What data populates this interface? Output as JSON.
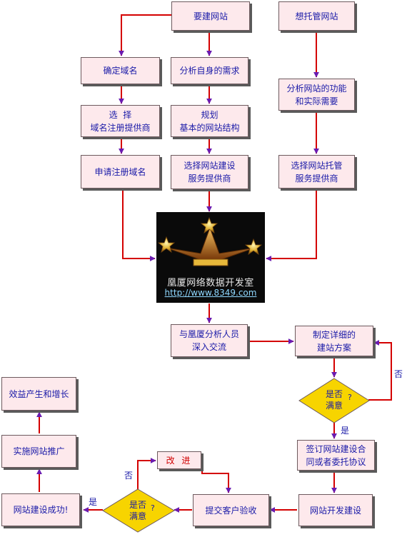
{
  "nodes": {
    "build_site": "要建网站",
    "host_site": "想托管网站",
    "confirm_domain": "确定域名",
    "analyze_needs": "分析自身的需求",
    "analyze_hosting": [
      "分析网站的功能",
      "和实际需要"
    ],
    "choose_registrar": [
      "选  择",
      "域名注册提供商"
    ],
    "plan_structure": [
      "规划",
      "基本的网站结构"
    ],
    "apply_domain": "申请注册域名",
    "choose_builder": [
      "选择网站建设",
      "服务提供商"
    ],
    "choose_host": [
      "选择网站托管",
      "服务提供商"
    ],
    "communicate": [
      "与凰厦分析人员",
      "深入交流"
    ],
    "detailed_plan": [
      "制定详细的",
      "建站方案"
    ],
    "sign_contract": [
      "签订网站建设合",
      "同或者委托协议"
    ],
    "development": "网站开发建设",
    "acceptance": "提交客户验收",
    "improve": "改 进",
    "success": "网站建设成功!",
    "promotion": "实施网站推广",
    "growth": "效益产生和增长"
  },
  "decisions": {
    "plan_satisfied": [
      "是否",
      "满意"
    ],
    "accept_satisfied": [
      "是否",
      "满意"
    ],
    "question_mark": "?"
  },
  "edge_labels": {
    "yes": "是",
    "no": "否"
  },
  "logo": {
    "brand": "凰厦网络数据开发室",
    "url": "http://www.8349.com"
  },
  "colors": {
    "node_fill": "#fde9ec",
    "node_text": "#1a1aa8",
    "improve_text": "#d00000",
    "edge": "#d40000",
    "arrowhead": "#6a1bb0",
    "diamond_fill": "#f7d400",
    "logo_background": "#0a0a0a"
  }
}
